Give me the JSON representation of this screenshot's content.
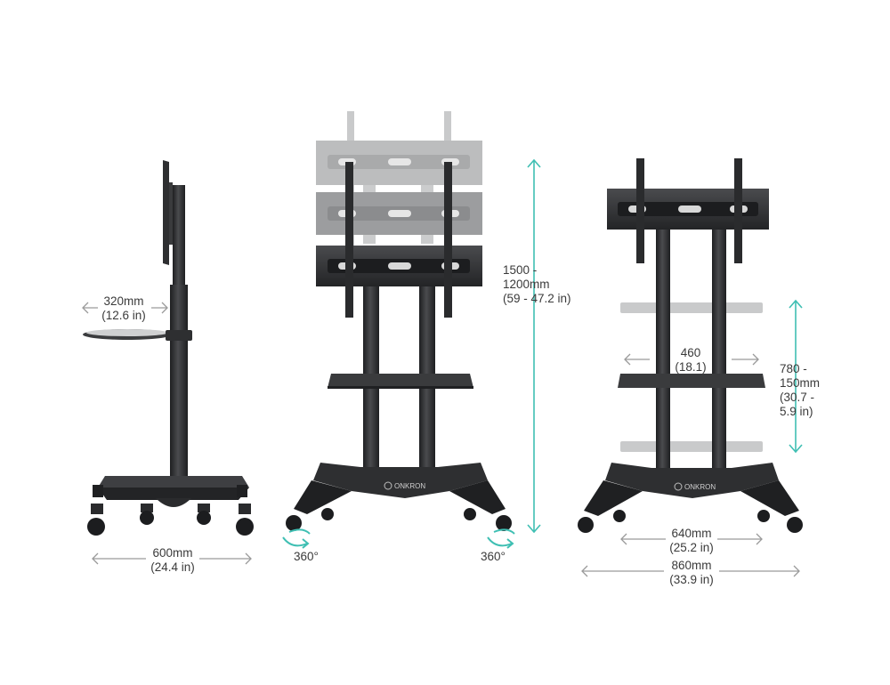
{
  "side_view": {
    "shelf_depth": {
      "line1": "320mm",
      "line2": "(12.6 in)"
    },
    "base_depth": {
      "line1": "600mm",
      "line2": "(24.4 in)"
    }
  },
  "front_view": {
    "height_range": {
      "line1": "1500 -",
      "line2": "1200mm",
      "line3": "(59 - 47.2 in)"
    },
    "left_rotation": "360°",
    "right_rotation": "360°",
    "brand": "ONKRON"
  },
  "back_view": {
    "shelf_width": {
      "line1": "460",
      "line2": "(18.1)"
    },
    "shelf_height": {
      "line1": "780 -",
      "line2": "150mm",
      "line3": "(30.7 -",
      "line4": "5.9 in)"
    },
    "inner_base_width": {
      "line1": "640mm",
      "line2": "(25.2 in)"
    },
    "outer_base_width": {
      "line1": "860mm",
      "line2": "(33.9 in)"
    },
    "brand": "ONKRON"
  },
  "colors": {
    "dimension_arrow": "#9a9a9a",
    "height_arrow": "#3fbfb3",
    "metal": "#2e2f31",
    "faded_metal": "#b9babb"
  }
}
